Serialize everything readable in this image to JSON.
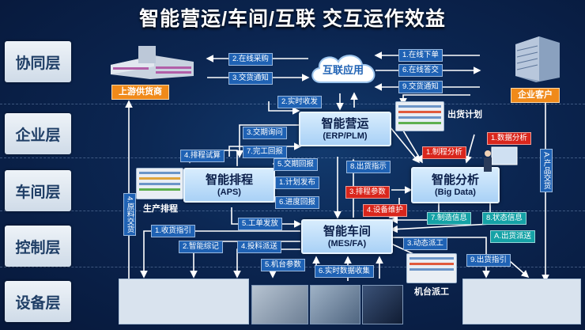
{
  "title": "智能营运/车间/互联 交互运作效益",
  "layers": [
    "协同层",
    "企业层",
    "车间层",
    "控制层",
    "设备层"
  ],
  "systems": {
    "cloud": "互联应用",
    "erp": {
      "name": "智能营运",
      "sub": "(ERP/PLM)"
    },
    "aps": {
      "name": "智能排程",
      "sub": "(APS)"
    },
    "mes": {
      "name": "智能车间",
      "sub": "(MES/FA)"
    },
    "bigdata": {
      "name": "智能分析",
      "sub": "(Big Data)"
    }
  },
  "tags": {
    "supplier": "上游供货商",
    "customer": "企业客户"
  },
  "captions": {
    "delivery_plan": "出货计划",
    "production_schedule": "生产排程",
    "machine_dispatch": "机台派工"
  },
  "labels": [
    "2.在线采购",
    "3.交货通知",
    "2.实时收发",
    "1.在线下单",
    "6.在线答交",
    "9.交货通知",
    "3.交期询问",
    "7.完工回报",
    "4.排程试算",
    "5.交期回报",
    "8.出货指示",
    "1.计划发布",
    "3.排程参数",
    "6.进度回报",
    "4.设备维护",
    "1.制程分析",
    "1.数据分析",
    "5.工单发放",
    "7.制造信息",
    "8.状态信息",
    "1.收货指引",
    "A.出货派送",
    "2.智能综记",
    "4.投料派送",
    "3.动态派工",
    "9.出货指引",
    "5.机台参数",
    "6.实时数据收集",
    "4.原料交货",
    "A.产品交货"
  ],
  "colors": {
    "accent": "#f08a1a",
    "label_blue": "#1f62b4",
    "label_red": "#d9261c",
    "label_teal": "#15a2a6"
  }
}
